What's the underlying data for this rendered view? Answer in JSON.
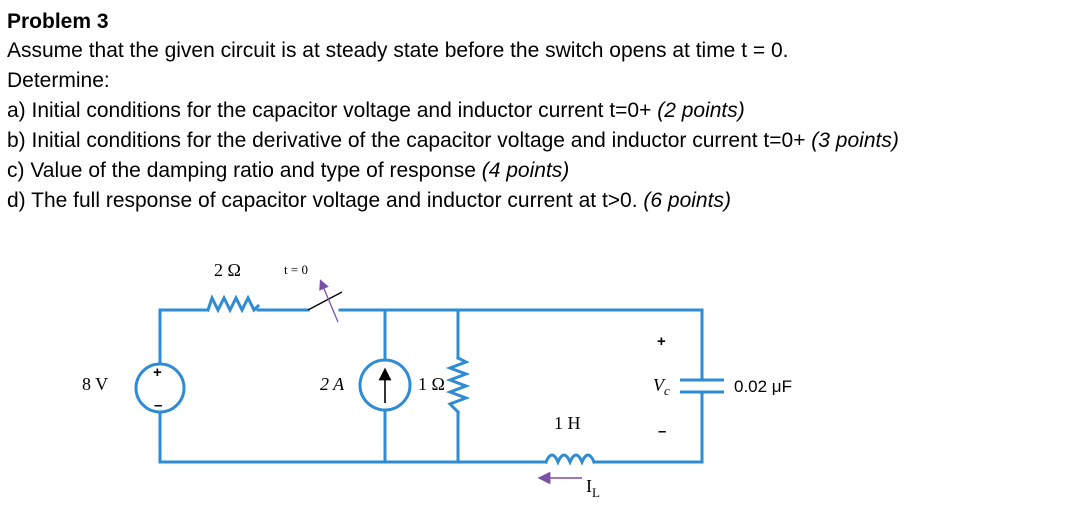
{
  "problem": {
    "title": "Problem 3",
    "intro": "Assume that the given circuit is at steady state before the switch opens at time t = 0.",
    "determine": "Determine:",
    "parts": [
      {
        "text": "a) Initial conditions for the capacitor voltage and inductor current t=0+ ",
        "points": "(2 points)"
      },
      {
        "text": "b) Initial conditions for the derivative of the capacitor voltage and inductor current t=0+  ",
        "points": "(3 points)"
      },
      {
        "text": "c) Value of the damping ratio and type of response ",
        "points": "(4 points)"
      },
      {
        "text": "d) The full response of capacitor voltage and inductor current at t>0. ",
        "points": "(6 points)"
      }
    ]
  },
  "circuit": {
    "source_voltage": "8 V",
    "source_plus": "+",
    "source_minus": "–",
    "resistor_top": "2 Ω",
    "switch_label": "t = 0",
    "current_source": "2 A",
    "resistor_shunt": "1 Ω",
    "inductor": "1 H",
    "inductor_current": "I",
    "inductor_current_sub": "L",
    "cap_plus": "+",
    "cap_minus": "–",
    "cap_voltage": "V",
    "cap_voltage_sub": "c",
    "capacitor": "0.02 μF",
    "wire_color": "#2e8bd4",
    "arrow_color": "#7b4fa8"
  }
}
